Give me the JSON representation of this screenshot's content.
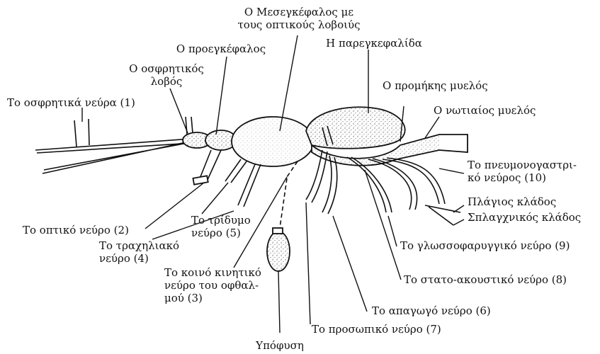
{
  "labels": {
    "midbrain": [
      "Ο Μεσεγκέφαλος με",
      "τους οπτικούς λοβοιύς"
    ],
    "forebrain": "Ο προεγκέφαλος",
    "olfactory_lobe": [
      "Ο οσφρητικός",
      "λοβός"
    ],
    "cerebellum": "Η παρεγκεφαλίδα",
    "medulla": "Ο προμήκης μυελός",
    "spinal_cord": "Ο νωτιαίος μυελός",
    "olfactory_nerves": "Το οσφρητικά νεύρα (1)",
    "vagus": [
      "Το πνευμονογαστρι-",
      "κό νεύρος (10)"
    ],
    "lateral_branch": "Πλάγιος κλάδος",
    "visceral_branch": "Σπλαγχνικός κλάδος",
    "optic_nerve": "Το οπτικό νεύρο (2)",
    "trigeminal": [
      "Το τρίδυμο",
      "νεύρο (5)"
    ],
    "trochlear": [
      "Το τραχηλιακό",
      "νεύρο (4)"
    ],
    "oculomotor": [
      "Το κοινό κινητικό",
      "νεύρο του οφθαλ-",
      "μού (3)"
    ],
    "glossopharyngeal": "Το γλωσσοφαρυγγικό νεύρο (9)",
    "acoustic": "Το στατο-ακουστικό νεύρο (8)",
    "abducens": "Το απαγωγό νεύρο (6)",
    "facial": "Το προσωπικό νεύρο (7)",
    "pituitary": "Υπόφυση"
  }
}
